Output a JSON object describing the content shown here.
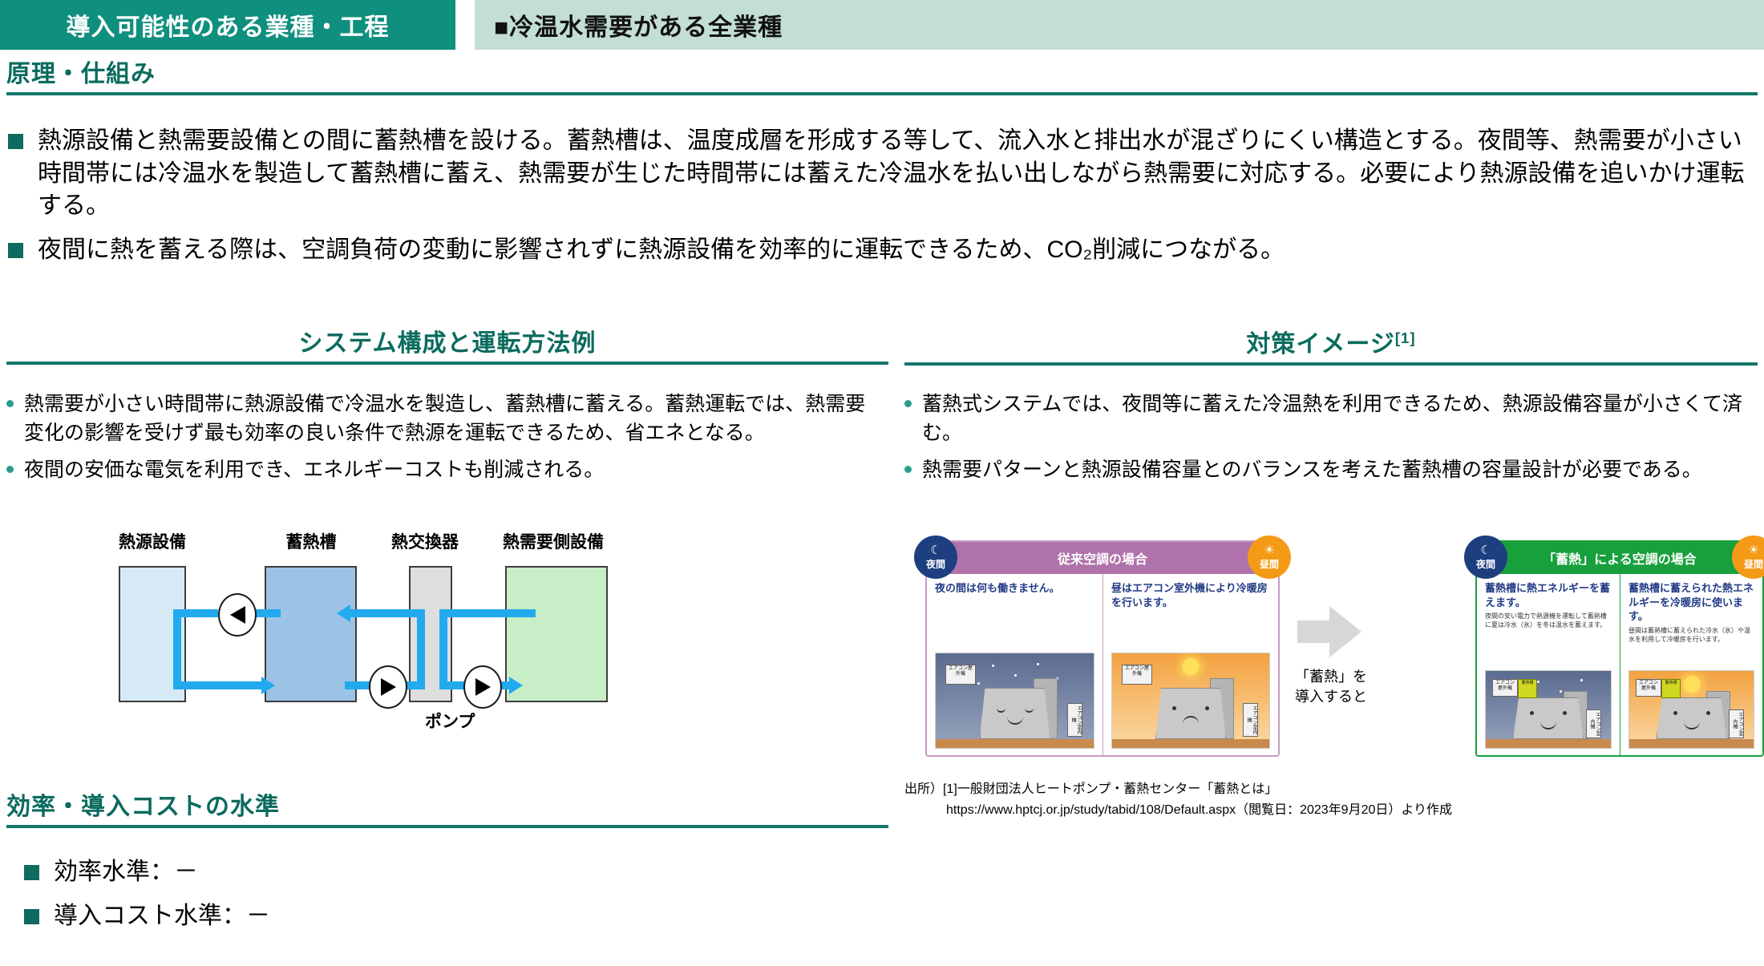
{
  "header": {
    "left_label": "導入可能性のある業種・工程",
    "right_label": "■冷温水需要がある全業種"
  },
  "principle": {
    "title": "原理・仕組み",
    "bullets": [
      "熱源設備と熱需要設備との間に蓄熱槽を設ける。蓄熱槽は、温度成層を形成する等して、流入水と排出水が混ざりにくい構造とする。夜間等、熱需要が小さい時間帯には冷温水を製造して蓄熱槽に蓄え、熱需要が生じた時間帯には蓄えた冷温水を払い出しながら熱需要に対応する。必要により熱源設備を追いかけ運転する。",
      "夜間に熱を蓄える際は、空調負荷の変動に影響されずに熱源設備を効率的に運転できるため、CO₂削減につながる。"
    ]
  },
  "system": {
    "title": "システム構成と運転方法例",
    "bullets": [
      "熱需要が小さい時間帯に熱源設備で冷温水を製造し、蓄熱槽に蓄える。蓄熱運転では、熱需要変化の影響を受けず最も効率の良い条件で熱源を運転できるため、省エネとなる。",
      "夜間の安価な電気を利用でき、エネルギーコストも削減される。"
    ],
    "diagram": {
      "labels": [
        "熱源設備",
        "蓄熱槽",
        "熱交換器",
        "熱需要側設備"
      ],
      "pump_caption": "ポンプ"
    }
  },
  "measure": {
    "title": "対策イメージ",
    "title_sup": "[1]",
    "bullets": [
      "蓄熱式システムでは、夜間等に蓄えた冷温熱を利用できるため、熱源設備容量が小さくて済む。",
      "熱需要パターンと熱源設備容量とのバランスを考えた蓄熱槽の容量設計が必要である。"
    ],
    "illustration": {
      "conventional": {
        "bar_title": "従来空調の場合",
        "night_badge": "夜間",
        "day_badge": "昼間",
        "night_caption": "夜の間は何も働きません。",
        "day_caption": "昼はエアコン室外機により冷暖房を行います。",
        "ac_outdoor": "エアコン屋外機",
        "ac_indoor": "エアコン室内機"
      },
      "storage": {
        "bar_title": "「蓄熱」による空調の場合",
        "night_badge": "夜間",
        "day_badge": "昼間",
        "night_caption": "蓄熱槽に熱エネルギーを蓄えます。",
        "night_subcaption": "夜間の安い電力で熱源機を運転して蓄熱槽に夏は冷水（氷）を冬は温水を蓄えます。",
        "day_caption": "蓄熱槽に蓄えられた熱エネルギーを冷暖房に使います。",
        "day_subcaption": "昼間は蓄熱槽に蓄えられた冷水（氷）や温水を利用して冷暖房を行います。",
        "ac_outdoor": "エアコン屋外機",
        "ac_indoor": "エアコン室内機",
        "tank_label": "蓄熱槽"
      },
      "transition_text": "「蓄熱」を\n導入すると"
    },
    "source_line1": "出所）[1]一般財団法人ヒートポンプ・蓄熱センター「蓄熱とは」",
    "source_line2": "https://www.hptcj.or.jp/study/tabid/108/Default.aspx（閲覧日：2023年9月20日）より作成"
  },
  "cost": {
    "title": "効率・導入コストの水準",
    "bullets": [
      "効率水準：－",
      "導入コスト水準：－"
    ]
  },
  "colors": {
    "brand_green": "#0f8f7e",
    "header_light": "#c3ded7",
    "rule_green": "#14776a",
    "pipe_blue": "#22aaee",
    "source_box": "#d6eaf6",
    "tank_box": "#9cc3e5",
    "hx_box": "#dedede",
    "demand_box": "#c8eec8",
    "panel_purple": "#b072ab",
    "panel_green": "#17a03c",
    "badge_night": "#1d3f80",
    "badge_day": "#f59a17"
  }
}
